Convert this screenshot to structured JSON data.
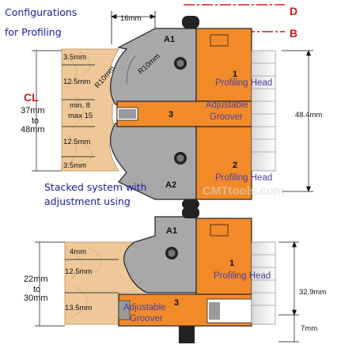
{
  "title": {
    "line1": "Configurations",
    "line2": "for Profiling"
  },
  "markers": {
    "d": "D",
    "b": "B",
    "cl": "CL"
  },
  "top": {
    "width_16": "16mm",
    "a1": "A1",
    "a2": "A2",
    "r1": "R10mm",
    "r2": "R10mm",
    "s35a": "3.5mm",
    "s125a": "12.5mm",
    "min": "min. 8",
    "max": "max 15",
    "s125b": "12.5mm",
    "s35b": "3.5mm",
    "cl_1": "37mm",
    "cl_2": "to",
    "cl_3": "48mm",
    "n1": "1",
    "head1": "Profiling Head",
    "n3": "3",
    "adj1": "Adjustable",
    "adj2": "Groover",
    "n2": "2",
    "head2": "Profiling Head",
    "h484": "48.4mm"
  },
  "note": {
    "line1": "Stacked system with",
    "line2": "adjustment using"
  },
  "watermark": "CMTtools.com",
  "bottom": {
    "a1": "A1",
    "s4": "4mm",
    "s125": "12.5mm",
    "s135": "13.5mm",
    "r_1": "22mm",
    "r_2": "to",
    "r_3": "30mm",
    "n1": "1",
    "head1": "Profiling Head",
    "n3": "3",
    "adj1": "Adjustable",
    "adj2": "Groover",
    "h329": "32.9mm",
    "h7": "7mm"
  },
  "colors": {
    "orange": "#f28a2a",
    "wood": "#efc89a",
    "steel": "#a8a8a8",
    "navy": "#1a1aa0",
    "red": "#d21a1a"
  }
}
